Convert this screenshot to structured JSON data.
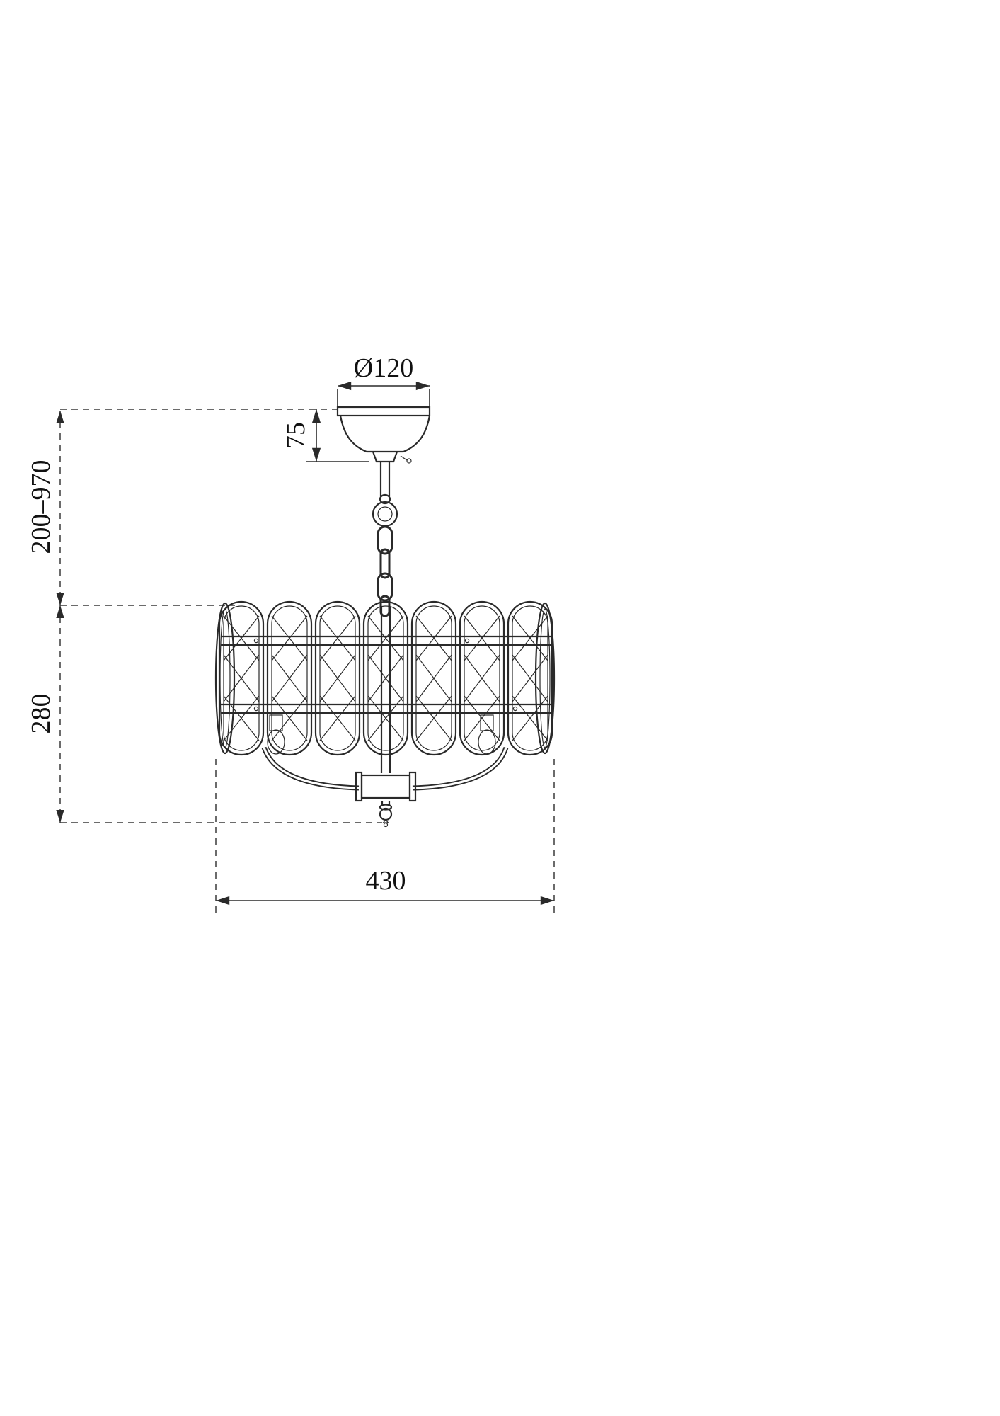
{
  "drawing": {
    "type": "technical-dimension-drawing",
    "subject": "crystal chandelier pendant lamp",
    "labels": {
      "canopy_diameter": "Ø120",
      "canopy_height": "75",
      "suspension_range": "200–970",
      "body_height": "280",
      "body_diameter": "430"
    },
    "colors": {
      "line": "#2a2a2a",
      "background": "#ffffff"
    }
  }
}
